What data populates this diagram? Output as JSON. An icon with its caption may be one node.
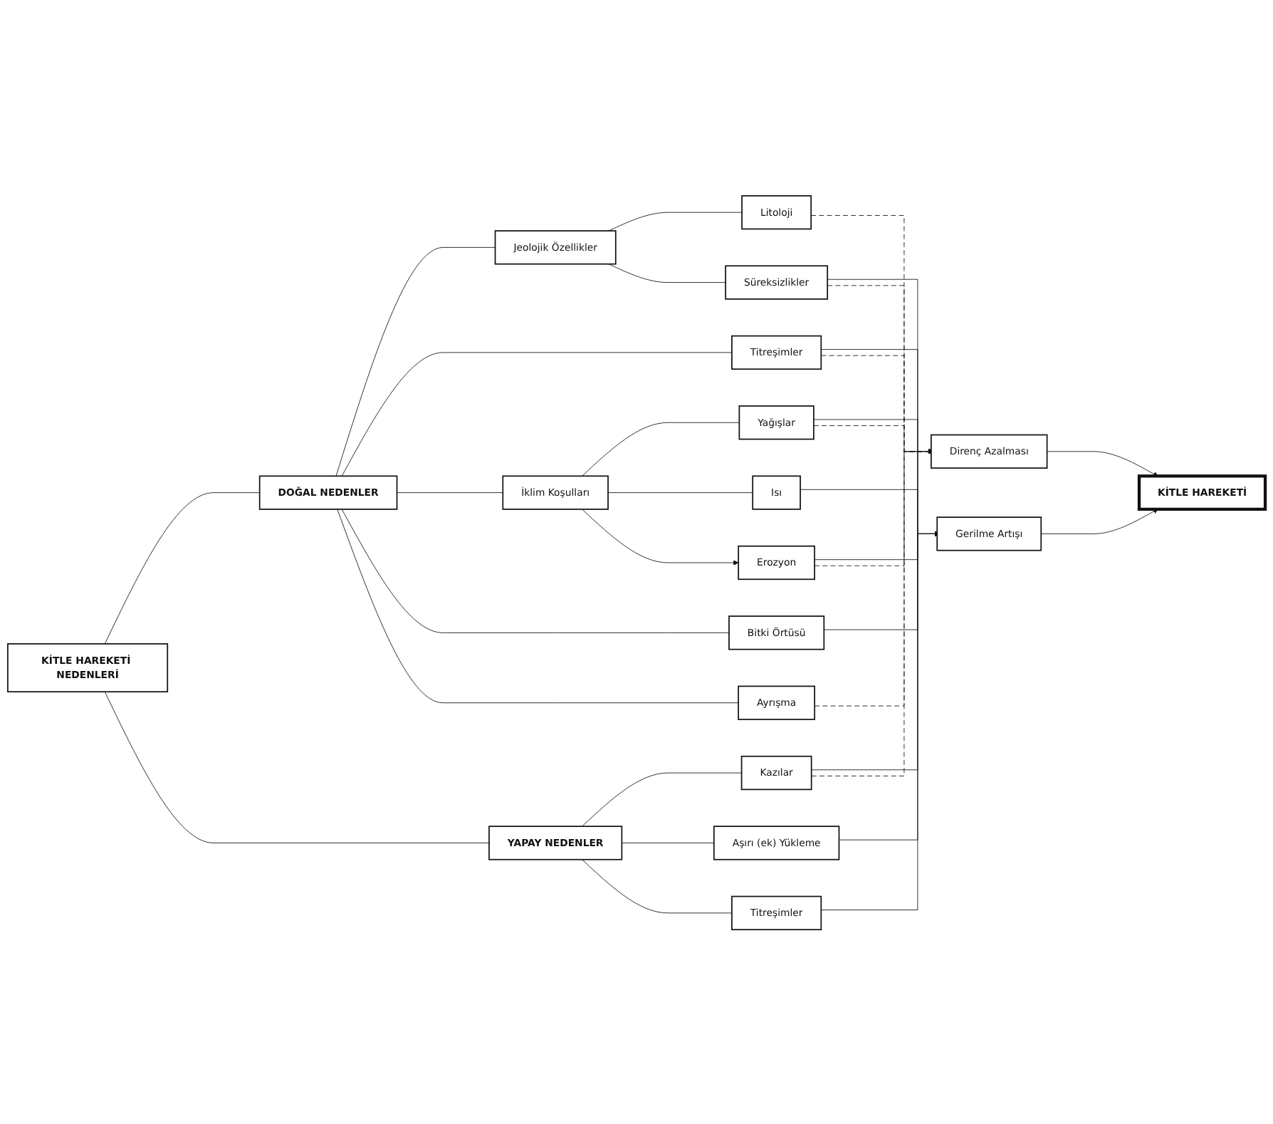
{
  "diagram": {
    "nodes": [
      {
        "text": [
          "KİTLE HAREKETİ NEDENLERİ"
        ]
      },
      {
        "text": [
          "DOĞAL NEDENLER"
        ]
      },
      {
        "text": [
          "YAPAY NEDENLER"
        ]
      },
      {
        "text": [
          "Jeolojik Özellikler"
        ]
      },
      {
        "text": [
          "Litoloji"
        ]
      },
      {
        "text": [
          "Süreksizlikler"
        ]
      },
      {
        "text": [
          "Titreşimler"
        ]
      },
      {
        "text": [
          "Yağışlar"
        ]
      },
      {
        "text": [
          "İklim Koşulları"
        ]
      },
      {
        "text": [
          "Isı"
        ]
      },
      {
        "text": [
          "Erozyon"
        ]
      },
      {
        "text": [
          "Bitki Örtüsü"
        ]
      },
      {
        "text": [
          "Ayrışma"
        ]
      },
      {
        "text": [
          "Kazılar"
        ]
      },
      {
        "text": [
          "Aşırı (ek) Yükleme"
        ]
      },
      {
        "text": [
          "Titreşimler"
        ]
      },
      {
        "text": [
          "Gerilme Artışı"
        ]
      },
      {
        "text": [
          "Direnç Azalması"
        ]
      },
      {
        "text": [
          "KİTLE HAREKETİ"
        ]
      }
    ],
    "edges": [
      {
        "from": 0,
        "to": 1,
        "arrow": "none"
      },
      {
        "from": 0,
        "to": 2,
        "arrow": "none"
      },
      {
        "from": 1,
        "to": 3,
        "arrow": "none"
      },
      {
        "from": 1,
        "to": 6,
        "arrow": "none"
      },
      {
        "from": 1,
        "to": 8,
        "arrow": "none"
      },
      {
        "from": 1,
        "to": 11,
        "arrow": "none"
      },
      {
        "from": 1,
        "to": 12,
        "arrow": "none"
      },
      {
        "from": 2,
        "to": 13,
        "arrow": "none"
      },
      {
        "from": 2,
        "to": 14,
        "arrow": "none"
      },
      {
        "from": 2,
        "to": 15,
        "arrow": "none"
      },
      {
        "from": 3,
        "to": 4,
        "arrow": "none"
      },
      {
        "from": 3,
        "to": 5,
        "arrow": "none"
      },
      {
        "from": 8,
        "to": 7,
        "arrow": "none"
      },
      {
        "from": 8,
        "to": 9,
        "arrow": "none"
      },
      {
        "from": 8,
        "to": 10,
        "arrow": "to"
      },
      {
        "from": 5,
        "to": 16,
        "arrow": "to"
      },
      {
        "from": 6,
        "to": 16,
        "arrow": "to"
      },
      {
        "from": 7,
        "to": 16,
        "arrow": "to"
      },
      {
        "from": 9,
        "to": 16,
        "arrow": "to"
      },
      {
        "from": 11,
        "to": 16,
        "arrow": "to"
      },
      {
        "from": 4,
        "to": 17,
        "arrow": "to",
        "style": "dashed"
      },
      {
        "from": 5,
        "to": 17,
        "arrow": "to",
        "style": "dashed"
      },
      {
        "from": 6,
        "to": 17,
        "arrow": "to",
        "style": "dashed"
      },
      {
        "from": 7,
        "to": 17,
        "arrow": "to",
        "style": "dashed"
      },
      {
        "from": 12,
        "to": 17,
        "arrow": "to",
        "style": "dashed"
      },
      {
        "from": 13,
        "to": 16,
        "arrow": "to"
      },
      {
        "from": 14,
        "to": 16,
        "arrow": "to"
      },
      {
        "from": 15,
        "to": 16,
        "arrow": "to"
      },
      {
        "from": 10,
        "to": 16,
        "arrow": "to"
      },
      {
        "from": 13,
        "to": 17,
        "arrow": "to",
        "style": "dashed"
      },
      {
        "from": 10,
        "to": 17,
        "arrow": "to",
        "style": "dashed"
      },
      {
        "from": 16,
        "to": 18,
        "arrow": "to"
      },
      {
        "from": 17,
        "to": 18,
        "arrow": "to"
      }
    ]
  }
}
